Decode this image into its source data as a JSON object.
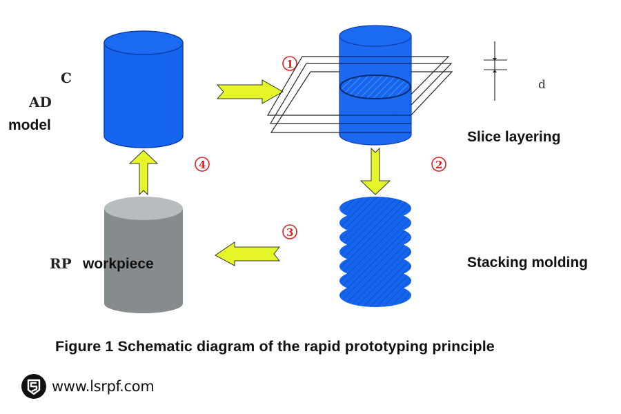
{
  "diagram": {
    "nodes": {
      "cad_model": {
        "label_line1": "C",
        "label_line2": "AD",
        "label_line3": "model",
        "color": "#1565f0"
      },
      "slice_layering": {
        "label": "Slice layering",
        "thickness_label": "d",
        "color": "#1565f0"
      },
      "stacking_molding": {
        "label": "Stacking molding",
        "color": "#1565f0"
      },
      "rp_workpiece": {
        "label_serif": "RP",
        "label_sans": "workpiece",
        "color": "#8a8f92"
      }
    },
    "steps": [
      {
        "id": "step-1",
        "label": "1",
        "from": "cad_model",
        "to": "slice_layering"
      },
      {
        "id": "step-2",
        "label": "2",
        "from": "slice_layering",
        "to": "stacking_molding"
      },
      {
        "id": "step-3",
        "label": "3",
        "from": "stacking_molding",
        "to": "rp_workpiece"
      },
      {
        "id": "step-4",
        "label": "4",
        "from": "rp_workpiece",
        "to": "cad_model"
      }
    ],
    "arrow_color": "#e6f52a",
    "step_color": "#e02020"
  },
  "caption": "Figure 1  Schematic diagram of the rapid prototyping principle",
  "brand": {
    "url": "www.lsrpf.com",
    "icon": "shield-s-logo-icon"
  }
}
